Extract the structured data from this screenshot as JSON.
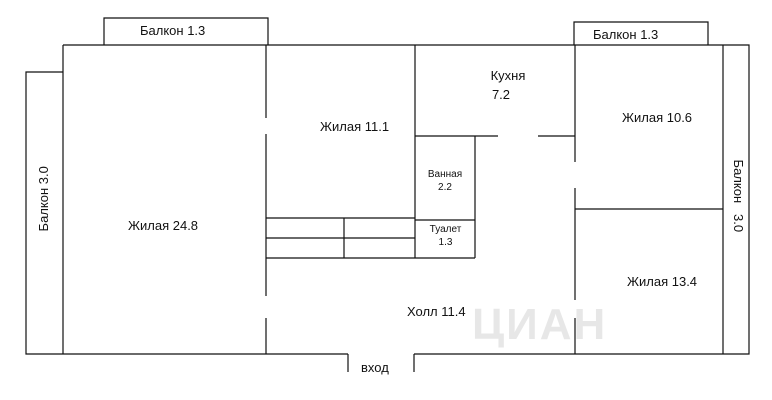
{
  "labels": {
    "balcony_top_left": "Балкон 1.3",
    "balcony_top_right": "Балкон 1.3",
    "balcony_left": "Балкон 3.0",
    "balcony_right": "Балкон   3.0",
    "living_24_8": "Жилая 24.8",
    "living_11_1": "Жилая 11.1",
    "kitchen_line1": "Кухня",
    "kitchen_line2": "7.2",
    "living_10_6": "Жилая 10.6",
    "bathroom_line1": "Ванная",
    "bathroom_line2": "2.2",
    "toilet_line1": "Туалет",
    "toilet_line2": "1.3",
    "living_13_4": "Жилая 13.4",
    "hall": "Холл 11.4",
    "entrance": "вход"
  },
  "watermark": "ЦИАН",
  "colors": {
    "wall": "#111111",
    "text": "#111111",
    "watermark": "#cccccc"
  }
}
